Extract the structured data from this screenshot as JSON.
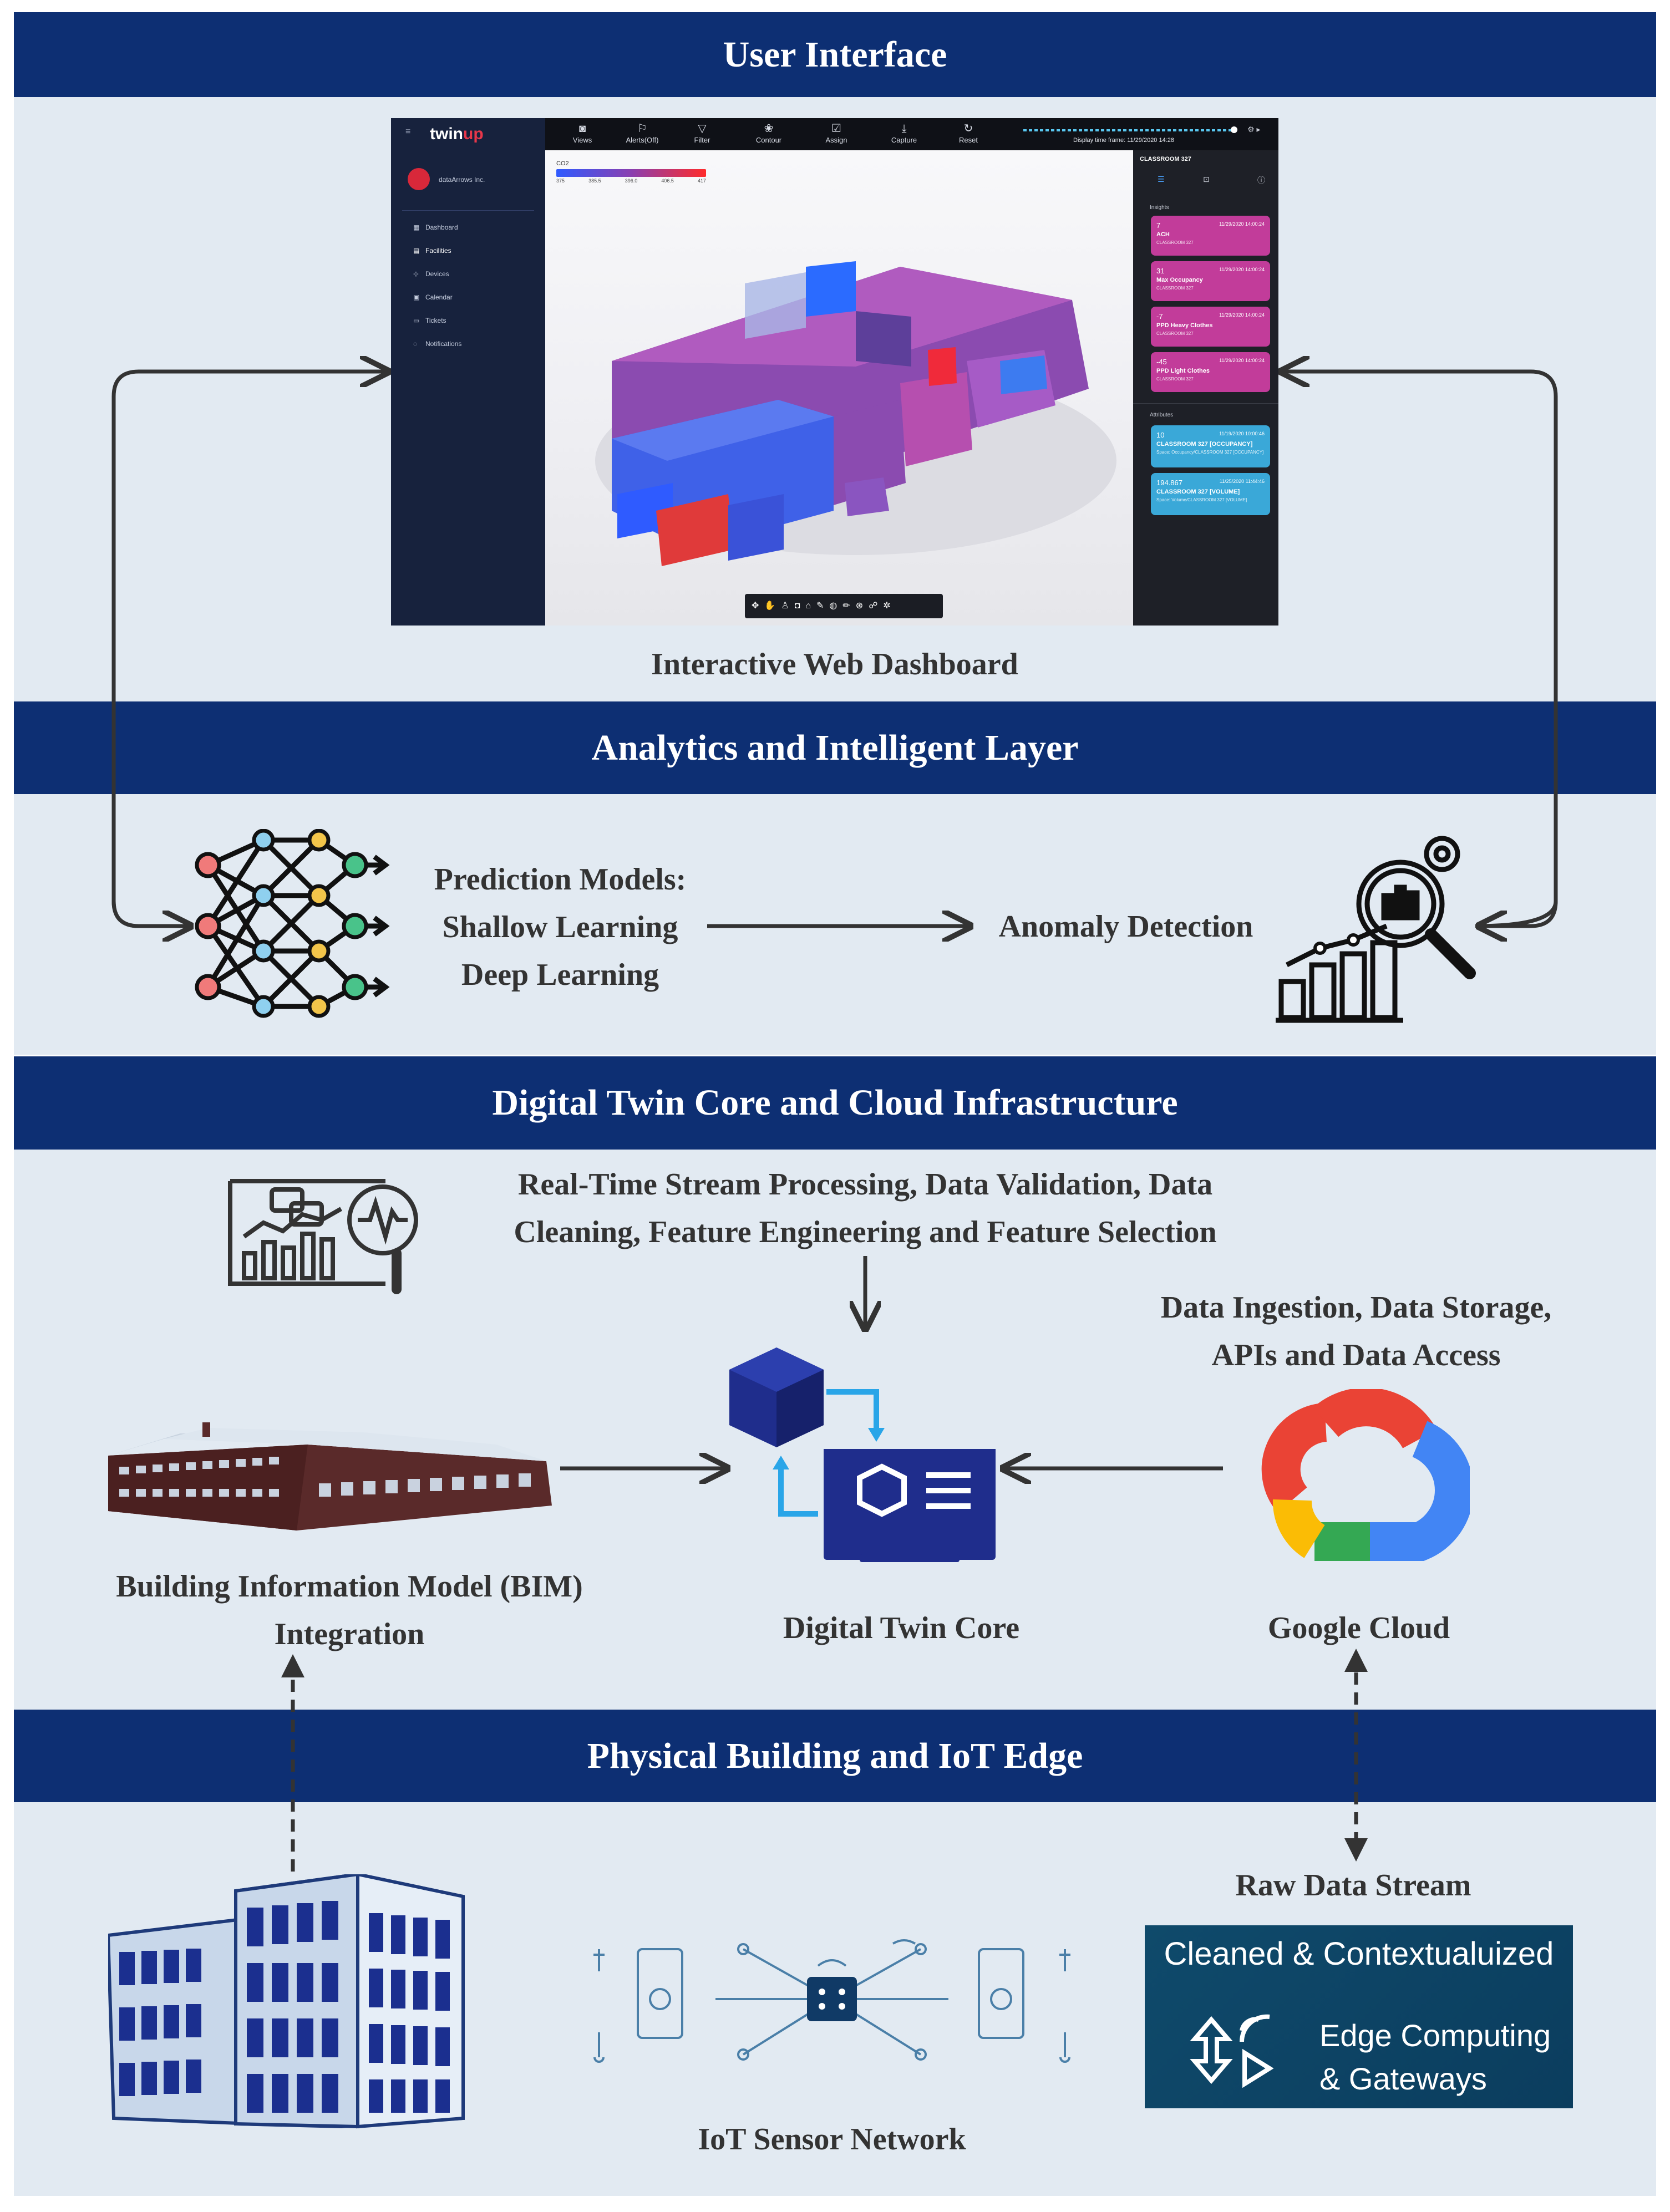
{
  "sections": {
    "user_interface": "User Interface",
    "analytics": "Analytics and Intelligent Layer",
    "core": "Digital Twin Core and Cloud Infrastructure",
    "physical": "Physical Building and IoT Edge"
  },
  "dashboard": {
    "caption": "Interactive Web Dashboard",
    "brand_a": "twin",
    "brand_b": "up",
    "org": "dataArrows Inc.",
    "nav": [
      "Dashboard",
      "Facilities",
      "Devices",
      "Calendar",
      "Tickets",
      "Notifications"
    ],
    "toolbar": [
      "Views",
      "Alerts(Off)",
      "Filter",
      "Contour",
      "Assign",
      "Capture",
      "Reset"
    ],
    "display_time": "Display time frame: 11/29/2020 14:28",
    "panel_title": "CLASSROOM 327",
    "insights_label": "Insights",
    "attributes_label": "Attributes",
    "legend": {
      "title": "CO2",
      "ticks": [
        "375",
        "385.5",
        "396.0",
        "406.5",
        "417"
      ]
    },
    "insights": [
      {
        "value": "7",
        "label": "ACH",
        "sub": "CLASSROOM 327",
        "time": "11/29/2020 14:00:24"
      },
      {
        "value": "31",
        "label": "Max Occupancy",
        "sub": "CLASSROOM 327",
        "time": "11/29/2020 14:00:24"
      },
      {
        "value": "-7",
        "label": "PPD Heavy Clothes",
        "sub": "CLASSROOM 327",
        "time": "11/29/2020 14:00:24"
      },
      {
        "value": "-45",
        "label": "PPD Light Clothes",
        "sub": "CLASSROOM 327",
        "time": "11/29/2020 14:00:24"
      }
    ],
    "attributes": [
      {
        "value": "10",
        "label": "CLASSROOM 327 [OCCUPANCY]",
        "sub": "Space: Occupancy/CLASSROOM 327 [OCCUPANCY]",
        "time": "11/19/2020 10:00:46"
      },
      {
        "value": "194.867",
        "label": "CLASSROOM 327 [VOLUME]",
        "sub": "Space: Volume/CLASSROOM 327 [VOLUME]",
        "time": "11/25/2020 11:44:46"
      }
    ]
  },
  "analytics": {
    "models": [
      "Prediction Models:",
      "Shallow Learning",
      "Deep Learning"
    ],
    "anomaly": "Anomaly Detection"
  },
  "core": {
    "processing": [
      "Real-Time Stream Processing, Data Validation, Data",
      "Cleaning, Feature Engineering and Feature Selection"
    ],
    "ingestion": [
      "Data Ingestion, Data Storage,",
      "APIs and Data Access"
    ],
    "bim": [
      "Building Information Model (BIM)",
      "Integration"
    ],
    "twin": "Digital Twin Core",
    "cloud": "Google Cloud"
  },
  "physical": {
    "raw": "Raw Data Stream",
    "edge_title": "Cleaned & Contextualuized",
    "edge_sub": [
      "Edge Computing",
      "& Gateways"
    ],
    "iot": "IoT Sensor Network"
  },
  "colors": {
    "header": "#0d2f73",
    "band": "#e2eaf2",
    "text": "#333333",
    "google_blue": "#4285f4",
    "google_red": "#ea4335",
    "google_yellow": "#fbbc05",
    "google_green": "#34a853"
  }
}
